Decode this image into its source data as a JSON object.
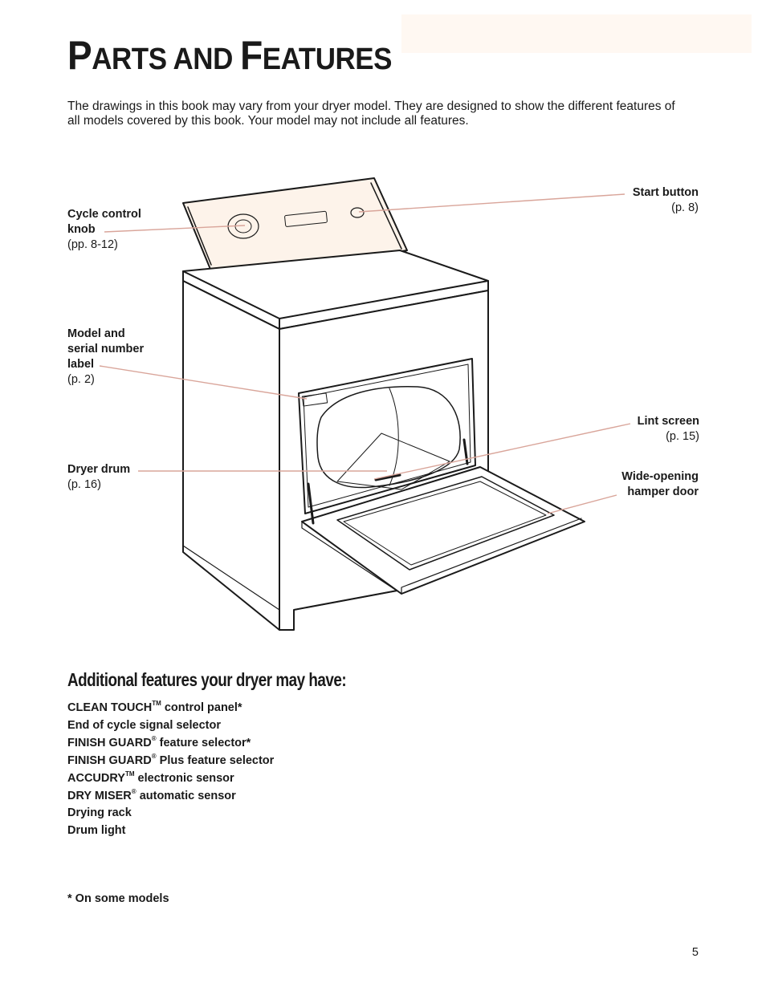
{
  "page": {
    "title_first_initial": "P",
    "title_first_rest": "ARTS AND ",
    "title_second_initial": "F",
    "title_second_rest": "EATURES",
    "intro": "The drawings in this book may vary from your dryer model. They are designed to show the different features of all models covered by this book. Your model may not include all features.",
    "page_number": "5"
  },
  "callouts": {
    "cycle_control_knob": {
      "name_line1": "Cycle control",
      "name_line2": "knob",
      "ref": "(pp. 8-12)"
    },
    "start_button": {
      "name": "Start button",
      "ref": "(p. 8)"
    },
    "model_serial_label": {
      "name_line1": "Model and",
      "name_line2": "serial number",
      "name_line3": "label",
      "ref": "(p. 2)"
    },
    "lint_screen": {
      "name": "Lint screen",
      "ref": "(p. 15)"
    },
    "dryer_drum": {
      "name": "Dryer drum",
      "ref": "(p. 16)"
    },
    "hamper_door": {
      "name_line1": "Wide-opening",
      "name_line2": "hamper door"
    }
  },
  "additional": {
    "heading": "Additional features your dryer may have:",
    "items": [
      {
        "text": "CLEAN TOUCH",
        "mark": "TM",
        "rest": " control panel*"
      },
      {
        "text": "End of cycle signal selector",
        "mark": "",
        "rest": ""
      },
      {
        "text": "FINISH GUARD",
        "mark": "®",
        "rest": " feature selector*"
      },
      {
        "text": "FINISH GUARD",
        "mark": "®",
        "rest": " Plus feature selector"
      },
      {
        "text": "ACCUDRY",
        "mark": "TM",
        "rest": " electronic sensor"
      },
      {
        "text": "DRY MISER",
        "mark": "®",
        "rest": " automatic sensor"
      },
      {
        "text": "Drying rack",
        "mark": "",
        "rest": ""
      },
      {
        "text": "Drum light",
        "mark": "",
        "rest": ""
      }
    ],
    "footnote": "* On some models"
  },
  "colors": {
    "leader_line": "#d9a59a",
    "console_fill": "#fdf3ea",
    "band": "#fff8f2"
  }
}
